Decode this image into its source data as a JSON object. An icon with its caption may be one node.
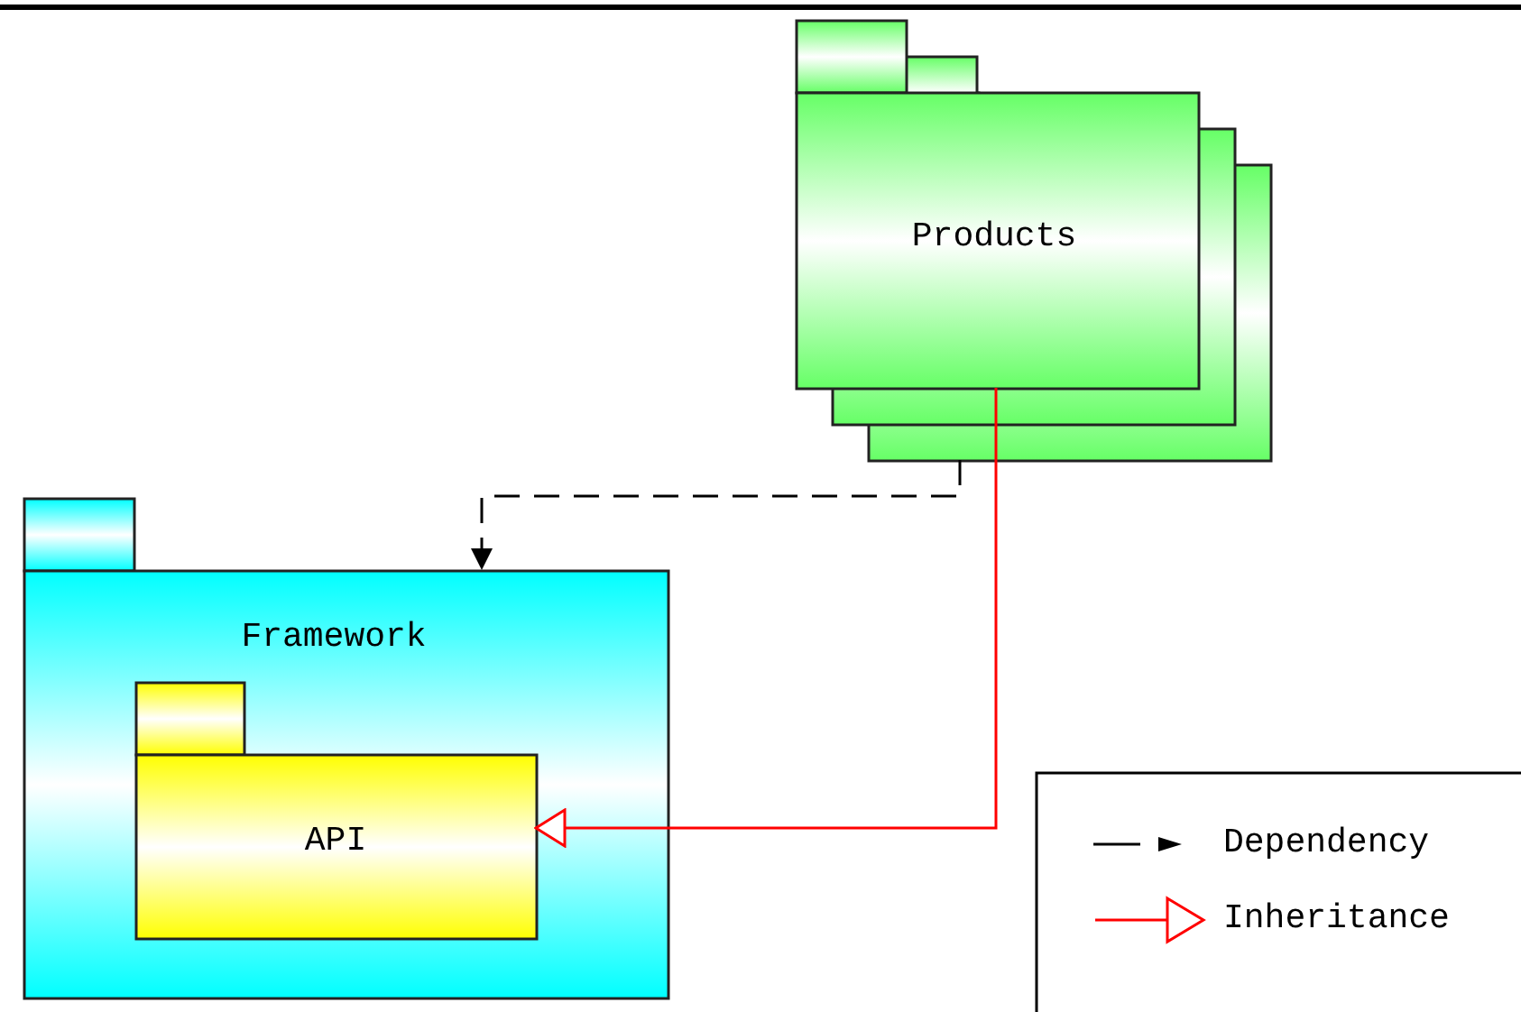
{
  "diagram": {
    "nodes": [
      {
        "text": [
          "Products"
        ]
      },
      {
        "text": [
          "Framework"
        ]
      },
      {
        "text": [
          "API"
        ],
        "in": 1
      }
    ],
    "edges": [
      {
        "from": 0,
        "to": 1,
        "arrow": "to",
        "style": "dashed"
      },
      {
        "from": 0,
        "to": 2,
        "arrow": "to",
        "color": "#ff0000"
      }
    ],
    "legend": [
      {
        "text": "Dependency"
      },
      {
        "text": "Inheritance"
      }
    ]
  }
}
